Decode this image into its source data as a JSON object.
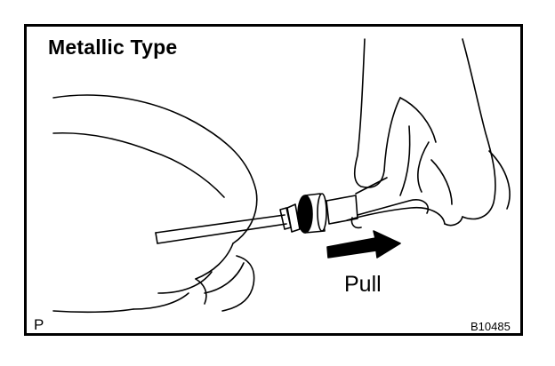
{
  "diagram": {
    "title": "Metallic Type",
    "direction_label": "Pull",
    "corner_mark": "P",
    "figure_code": "B10485"
  },
  "colors": {
    "ink": "#000000",
    "paper": "#ffffff"
  },
  "icons": [
    "pull-arrow-icon"
  ]
}
